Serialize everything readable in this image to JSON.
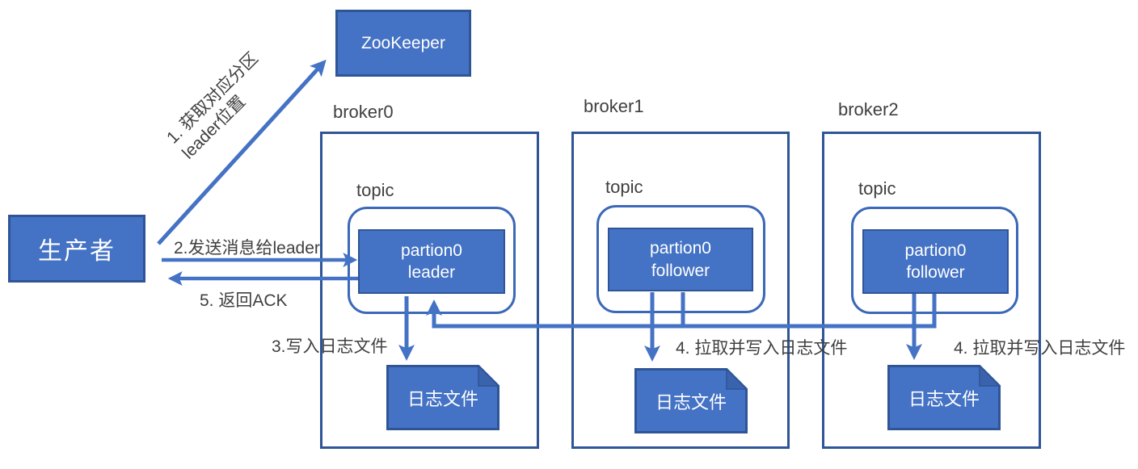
{
  "producer": {
    "label": "生产者"
  },
  "zookeeper": {
    "label": "ZooKeeper"
  },
  "steps": {
    "step1_line1": "1. 获取对应分区",
    "step1_line2": "leader位置",
    "step2": "2.发送消息给leader",
    "step3": "3.写入日志文件",
    "step4_broker1": "4. 拉取并写入日志文件",
    "step4_broker2": "4. 拉取并写入日志文件",
    "step5": "5. 返回ACK"
  },
  "brokers": [
    {
      "name": "broker0",
      "topic_label": "topic",
      "partition_line1": "partion0",
      "partition_line2": "leader",
      "log_file_label": "日志文件"
    },
    {
      "name": "broker1",
      "topic_label": "topic",
      "partition_line1": "partion0",
      "partition_line2": "follower",
      "log_file_label": "日志文件"
    },
    {
      "name": "broker2",
      "topic_label": "topic",
      "partition_line1": "partion0",
      "partition_line2": "follower",
      "log_file_label": "日志文件"
    }
  ],
  "colors": {
    "shape_fill": "#4472C4",
    "shape_border": "#2F5597",
    "connector": "#4472C4",
    "label_text": "#3F3F3F",
    "shape_text": "#FFFFFF"
  }
}
